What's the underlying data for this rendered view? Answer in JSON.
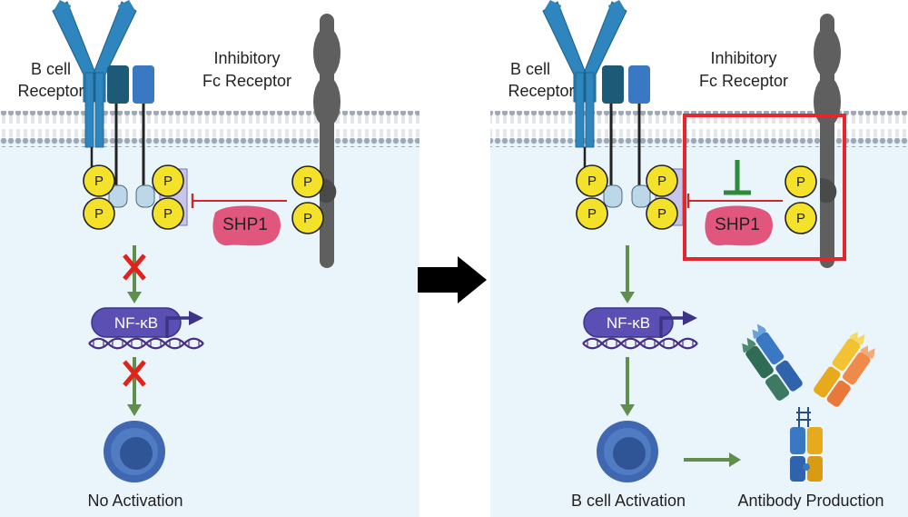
{
  "colors": {
    "membrane_head": "#9fa8b4",
    "cytoplasm": "#eaf4fb",
    "bcr_blue": "#2f86bf",
    "dark_teal": "#1d5a78",
    "mid_blue": "#3b78c4",
    "phospho_yellow": "#f3e12a",
    "shp1_pink": "#e1567c",
    "inhibit_red": "#d0262b",
    "flow_green": "#5f8f4a",
    "nfkb_purple": "#5b4fb3",
    "dna_purple": "#4a2f86",
    "cross_red": "#e0241b",
    "cell_blue": "#3f68b0",
    "highlight_red": "#e5262b",
    "fc_gray": "#5f5f5f"
  },
  "left_panel": {
    "bcr_label_line1": "B cell",
    "bcr_label_line2": "Receptor",
    "fc_label_line1": "Inhibitory",
    "fc_label_line2": "Fc Receptor",
    "phospho_label": "P",
    "shp1_label": "SHP1",
    "nfkb_label": "NF-κB",
    "outcome_label": "No Activation"
  },
  "right_panel": {
    "bcr_label_line1": "B cell",
    "bcr_label_line2": "Receptor",
    "fc_label_line1": "Inhibitory",
    "fc_label_line2": "Fc Receptor",
    "phospho_label": "P",
    "shp1_label": "SHP1",
    "nfkb_label": "NF-κB",
    "outcome_label": "B cell Activation",
    "antibody_label": "Antibody Production"
  },
  "icons": {
    "transition_arrow": "right-arrow-icon",
    "block_marker": "cross-icon",
    "inhibition_marker": "t-bar-icon"
  }
}
